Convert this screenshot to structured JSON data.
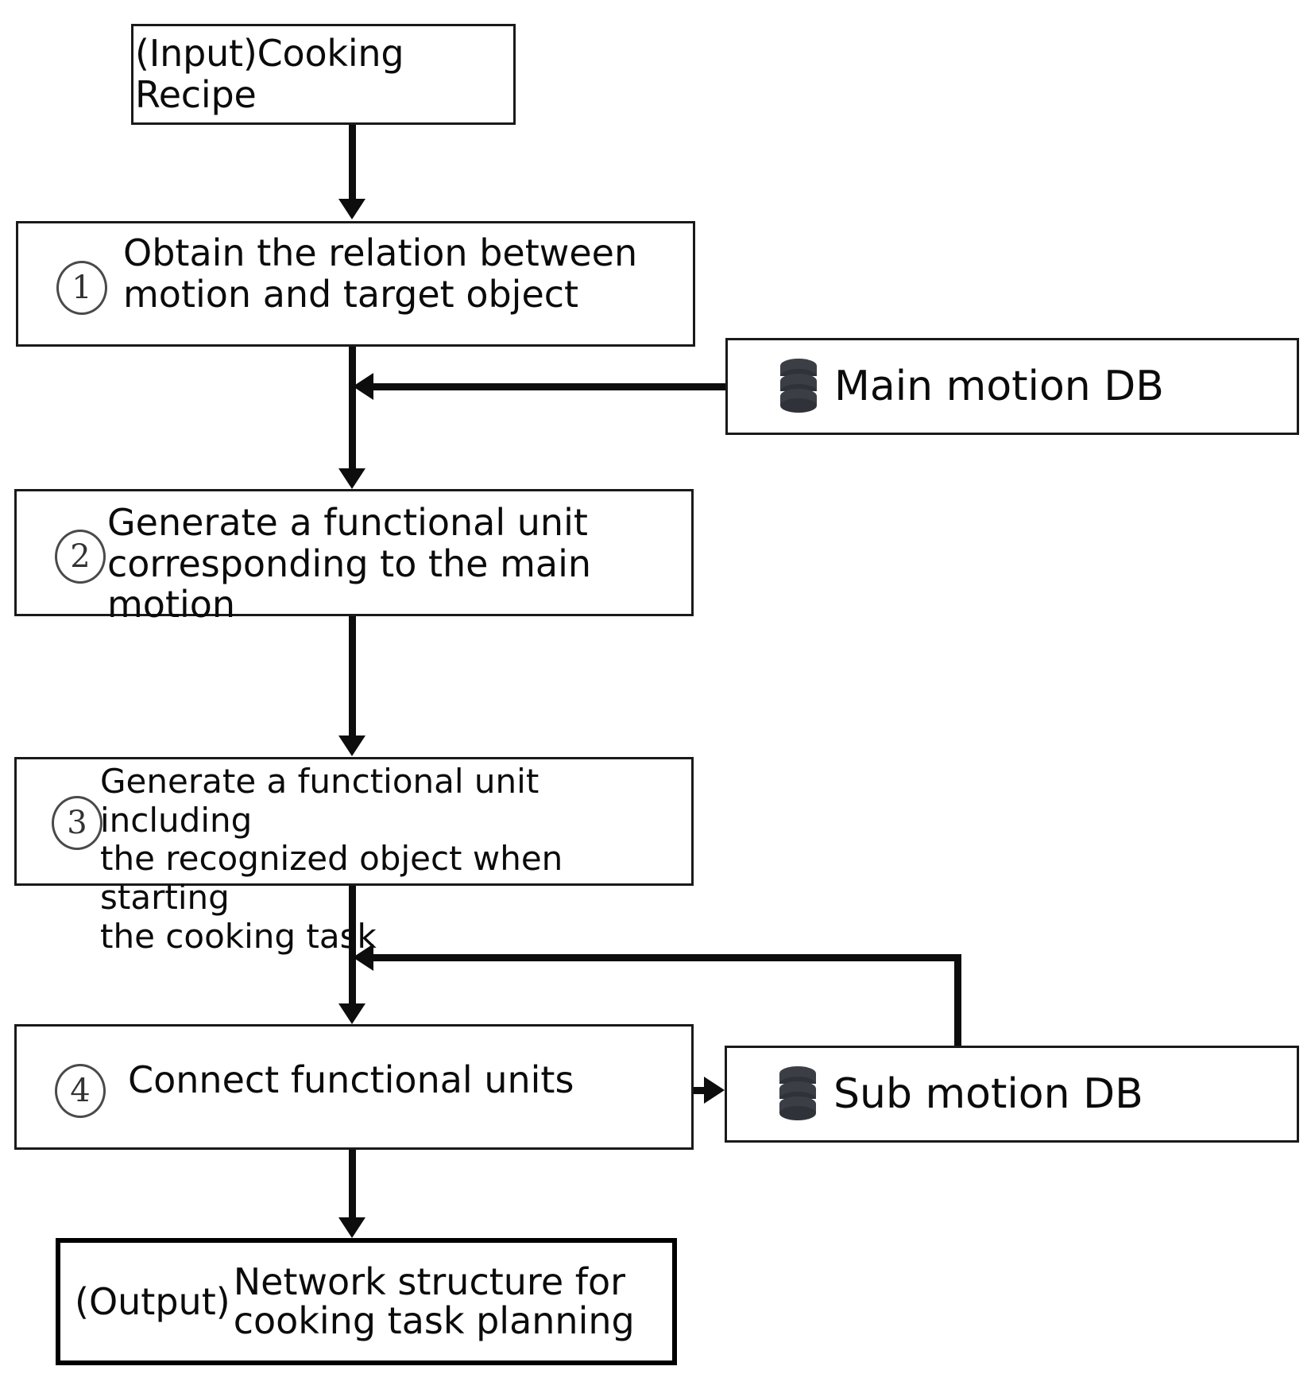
{
  "diagram": {
    "title": "Cooking task planning network generation flowchart",
    "colors": {
      "line": "#0d0d0d",
      "box_border": "#1a1a1a",
      "text": "#0b0b0b",
      "circle_marker": "#4a4a4a",
      "db_icon": "#3b3f45",
      "background": "#ffffff"
    },
    "input": {
      "label": "(Input)Cooking Recipe"
    },
    "steps": [
      {
        "number": "1",
        "marker": "circled-one",
        "text": "Obtain the relation between\nmotion and target object"
      },
      {
        "number": "2",
        "marker": "circled-two",
        "text": "Generate a functional unit\ncorresponding to the main motion"
      },
      {
        "number": "3",
        "marker": "circled-three",
        "text": "Generate a functional unit including\nthe recognized object when starting\nthe cooking task"
      },
      {
        "number": "4",
        "marker": "circled-four",
        "text": "Connect functional units"
      }
    ],
    "databases": [
      {
        "id": "main-motion-db",
        "label": "Main motion DB",
        "icon": "database-icon"
      },
      {
        "id": "sub-motion-db",
        "label": "Sub motion DB",
        "icon": "database-icon"
      }
    ],
    "output": {
      "label": "(Output)",
      "text": "Network structure for\ncooking task planning"
    },
    "connections": [
      {
        "from": "input",
        "to": "step-1",
        "kind": "arrow-down"
      },
      {
        "from": "step-1",
        "to": "step-2",
        "kind": "arrow-down"
      },
      {
        "from": "main-motion-db",
        "to": "step-1-to-step-2-link",
        "kind": "arrow-left"
      },
      {
        "from": "step-2",
        "to": "step-3",
        "kind": "arrow-down"
      },
      {
        "from": "step-3",
        "to": "step-4",
        "kind": "arrow-down"
      },
      {
        "from": "sub-motion-db",
        "to": "step-3-to-step-4-link",
        "kind": "arrow-left-elbow"
      },
      {
        "from": "step-4",
        "to": "sub-motion-db",
        "kind": "arrow-right"
      },
      {
        "from": "step-4",
        "to": "output",
        "kind": "arrow-down"
      }
    ]
  }
}
